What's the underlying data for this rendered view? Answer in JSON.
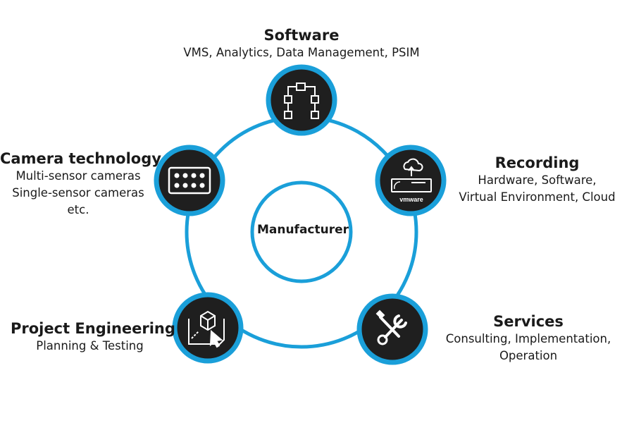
{
  "center": {
    "label": "Manufacturer"
  },
  "nodes": {
    "software": {
      "title": "Software",
      "lines": [
        "VMS, Analytics, Data Management, PSIM"
      ],
      "icon": "flowchart-icon"
    },
    "recording": {
      "title": "Recording",
      "lines": [
        "Hardware, Software,",
        "Virtual Environment, Cloud"
      ],
      "icon": "recorder-cloud-icon",
      "badge": "vmware"
    },
    "services": {
      "title": "Services",
      "lines": [
        "Consulting, Implementation,",
        "Operation"
      ],
      "icon": "wrench-screwdriver-icon"
    },
    "project": {
      "title": "Project Engineering",
      "lines": [
        "Planning & Testing"
      ],
      "icon": "blueprint-cube-cursor-icon"
    },
    "camera": {
      "title": "Camera technology",
      "lines": [
        "Multi-sensor cameras",
        "Single-sensor cameras",
        "etc."
      ],
      "icon": "multi-sensor-camera-icon"
    }
  },
  "colors": {
    "ring": "#1a9fd9",
    "node_fill": "#1f1f1f",
    "icon": "#ffffff",
    "text": "#1a1a1a"
  }
}
